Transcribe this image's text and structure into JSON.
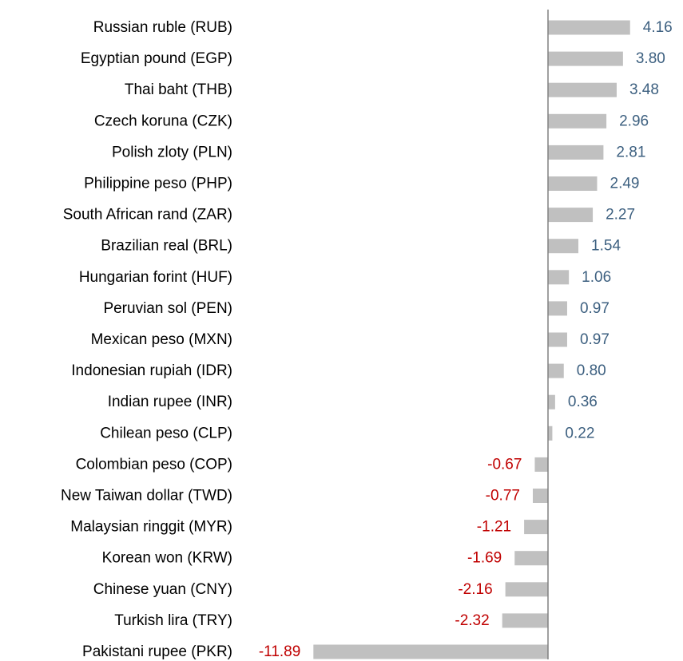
{
  "chart_data": {
    "type": "bar",
    "orientation": "horizontal",
    "categories": [
      "Russian ruble (RUB)",
      "Egyptian pound (EGP)",
      "Thai baht (THB)",
      "Czech koruna (CZK)",
      "Polish zloty (PLN)",
      "Philippine peso (PHP)",
      "South African rand (ZAR)",
      "Brazilian real (BRL)",
      "Hungarian forint (HUF)",
      "Peruvian sol (PEN)",
      "Mexican peso (MXN)",
      "Indonesian rupiah (IDR)",
      "Indian rupee (INR)",
      "Chilean peso (CLP)",
      "Colombian peso (COP)",
      "New Taiwan dollar (TWD)",
      "Malaysian ringgit (MYR)",
      "Korean won (KRW)",
      "Chinese yuan (CNY)",
      "Turkish lira (TRY)",
      "Pakistani rupee (PKR)"
    ],
    "values": [
      4.16,
      3.8,
      3.48,
      2.96,
      2.81,
      2.49,
      2.27,
      1.54,
      1.06,
      0.97,
      0.97,
      0.8,
      0.36,
      0.22,
      -0.67,
      -0.77,
      -1.21,
      -1.69,
      -2.16,
      -2.32,
      -11.89
    ],
    "value_labels": [
      "4.16",
      "3.80",
      "3.48",
      "2.96",
      "2.81",
      "2.49",
      "2.27",
      "1.54",
      "1.06",
      "0.97",
      "0.97",
      "0.80",
      "0.36",
      "0.22",
      "-0.67",
      "-0.77",
      "-1.21",
      "-1.69",
      "-2.16",
      "-2.32",
      "-11.89"
    ],
    "title": "",
    "xlabel": "",
    "ylabel": "",
    "xlim": [
      -12.5,
      6.8
    ],
    "grid": false,
    "legend": "none",
    "colors": {
      "bar": "#c0c0c0",
      "positive_label": "#3d6080",
      "negative_label": "#c00000",
      "axis": "#808080"
    }
  }
}
